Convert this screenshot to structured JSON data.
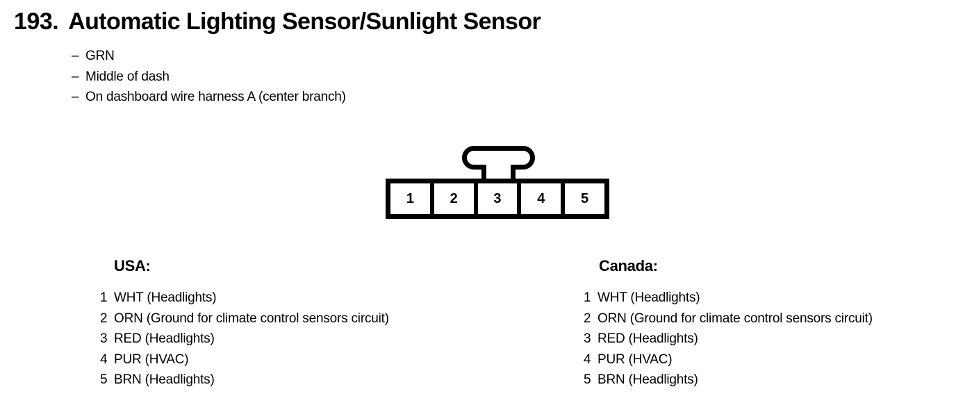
{
  "header": {
    "section_number": "193.",
    "title": "Automatic Lighting Sensor/Sunlight Sensor"
  },
  "specs": {
    "dash": "–",
    "items": [
      "GRN",
      "Middle of dash",
      "On dashboard wire harness A (center branch)"
    ]
  },
  "connector": {
    "pins": [
      "1",
      "2",
      "3",
      "4",
      "5"
    ],
    "tab_label": "locking-tab"
  },
  "pinouts": [
    {
      "heading": "USA:",
      "rows": [
        {
          "pin": "1",
          "label": "WHT (Headlights)"
        },
        {
          "pin": "2",
          "label": "ORN (Ground for climate control sensors circuit)"
        },
        {
          "pin": "3",
          "label": "RED (Headlights)"
        },
        {
          "pin": "4",
          "label": "PUR (HVAC)"
        },
        {
          "pin": "5",
          "label": "BRN (Headlights)"
        }
      ]
    },
    {
      "heading": "Canada:",
      "rows": [
        {
          "pin": "1",
          "label": "WHT (Headlights)"
        },
        {
          "pin": "2",
          "label": "ORN (Ground for climate control sensors circuit)"
        },
        {
          "pin": "3",
          "label": "RED (Headlights)"
        },
        {
          "pin": "4",
          "label": "PUR (HVAC)"
        },
        {
          "pin": "5",
          "label": "BRN (Headlights)"
        }
      ]
    }
  ],
  "colors": {
    "ink": "#000000",
    "paper": "#ffffff"
  }
}
